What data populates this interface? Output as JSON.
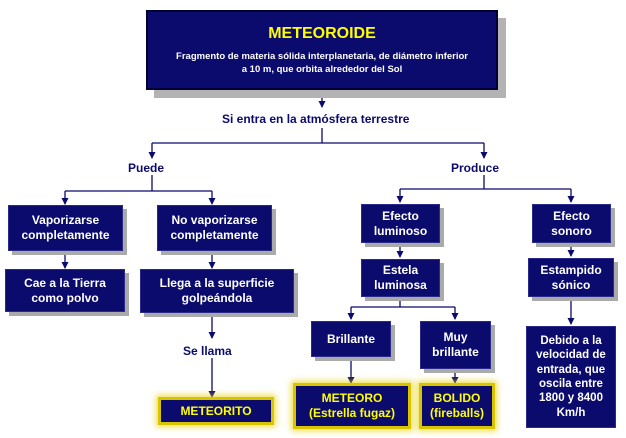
{
  "root": {
    "title": "METEOROIDE",
    "description_line1": "Fragmento de materia sólida interplanetaria, de diámetro inferior",
    "description_line2": "a 10 m, que orbita alrededor del Sol"
  },
  "links": {
    "enters_atmosphere": "Si entra en la atmósfera terrestre",
    "can": "Puede",
    "produces": "Produce",
    "is_called": "Se llama"
  },
  "left": {
    "vaporize_line1": "Vaporizarse",
    "vaporize_line2": "completamente",
    "not_vaporize_line1": "No vaporizarse",
    "not_vaporize_line2": "completamente",
    "falls_line1": "Cae a la Tierra",
    "falls_line2": "como polvo",
    "reaches_line1": "Llega  a la superficie",
    "reaches_line2": "golpeándola",
    "meteorite": "METEORITO"
  },
  "right": {
    "light_line1": "Efecto",
    "light_line2": "luminoso",
    "trail_line1": "Estela",
    "trail_line2": "luminosa",
    "bright": "Brillante",
    "very_bright_line1": "Muy",
    "very_bright_line2": "brillante",
    "meteor_line1": "METEORO",
    "meteor_line2": "(Estrella fugaz)",
    "bolide_line1": "BOLIDO",
    "bolide_line2": "(fireballs)",
    "sound_line1": "Efecto",
    "sound_line2": "sonoro",
    "boom_line1": "Estampido",
    "boom_line2": "sónico",
    "reason_line1": "Debido a la",
    "reason_line2": "velocidad de",
    "reason_line3": "entrada,  que",
    "reason_line4": "oscila entre",
    "reason_line5": "1800 y 8400",
    "reason_line6": "Km/h"
  },
  "colors": {
    "box": "#0b0b6e",
    "title": "#ffff00",
    "highlight": "#d8c400"
  }
}
